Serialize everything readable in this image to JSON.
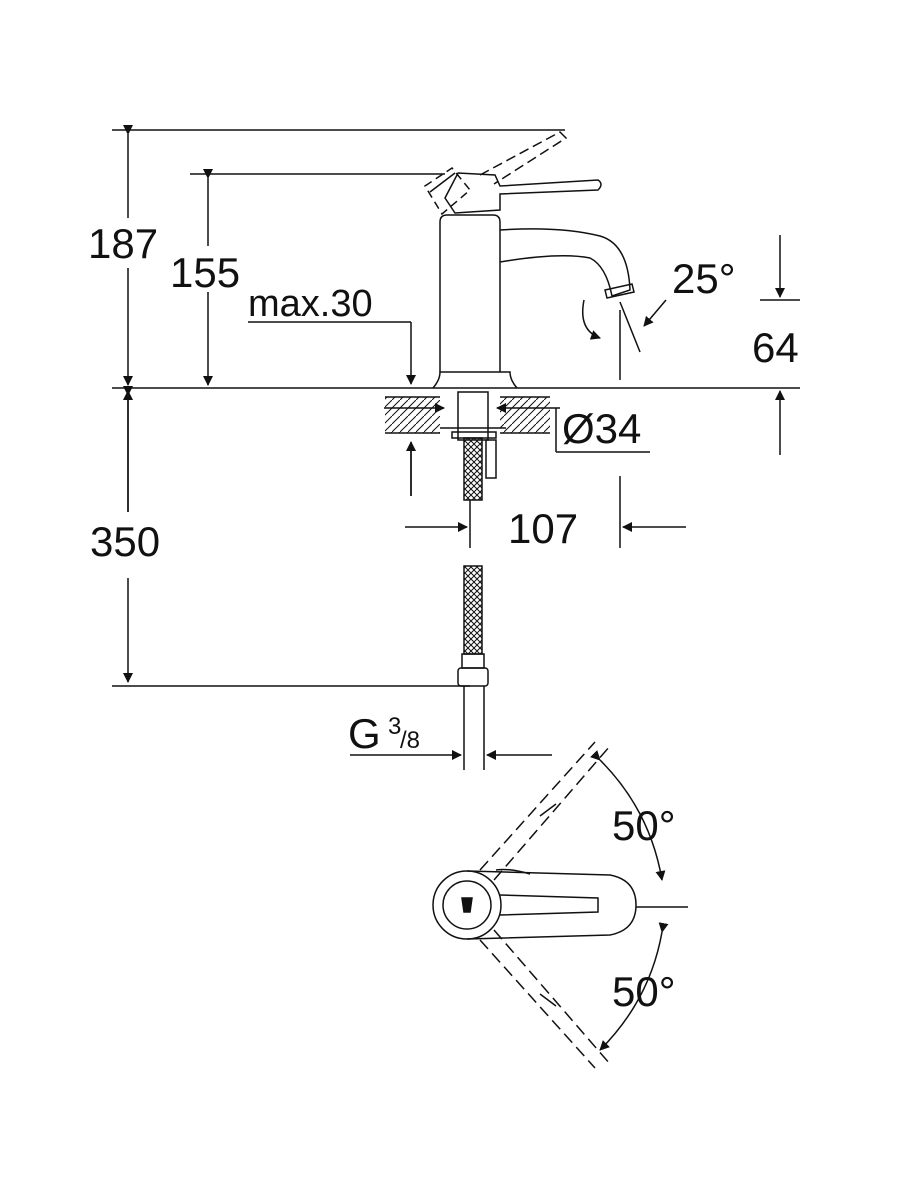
{
  "drawing": {
    "subject": "basin mixer faucet dimension drawing",
    "side_view": {
      "total_height": "187",
      "spout_height": "155",
      "max_deck_thickness": "max.30",
      "spout_angle": "25°",
      "spout_clearance": "64",
      "bore_diameter": "Ø34",
      "spout_reach": "107",
      "hose_length": "350",
      "thread_prefix": "G",
      "thread_num": "3",
      "thread_den": "/8"
    },
    "top_view": {
      "rotation_up": "50°",
      "rotation_down": "50°"
    },
    "colors": {
      "line": "#111111",
      "background": "#ffffff"
    }
  }
}
